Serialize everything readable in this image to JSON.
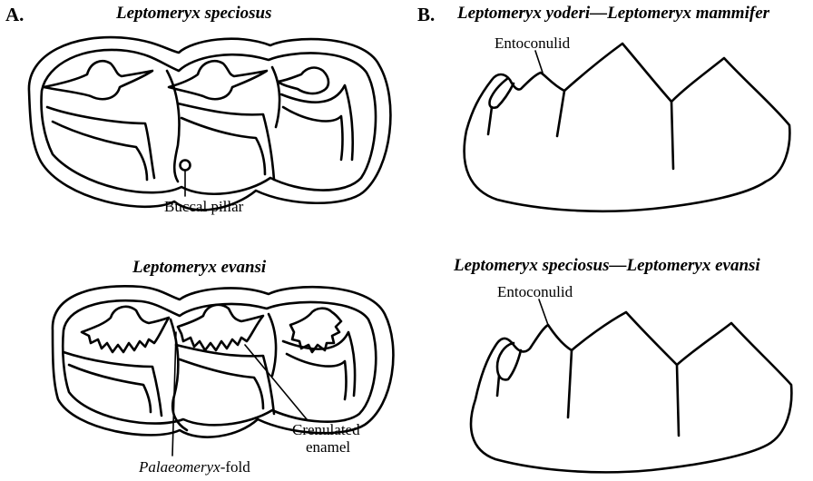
{
  "panel_a": {
    "letter": "A.",
    "top_title": "Leptomeryx speciosus",
    "bottom_title": "Leptomeryx evansi",
    "labels": {
      "buccal_pillar": "Buccal pillar",
      "crenulated_1": "Crenulated",
      "crenulated_2": "enamel",
      "fold_italic": "Palaeomeryx",
      "fold_suffix": "-fold"
    }
  },
  "panel_b": {
    "letter": "B.",
    "top_title": "Leptomeryx yoderi—Leptomeryx mammifer",
    "bottom_title": "Leptomeryx speciosus—Leptomeryx evansi",
    "labels": {
      "entoconulid_top": "Entoconulid",
      "entoconulid_bottom": "Entoconulid"
    }
  }
}
